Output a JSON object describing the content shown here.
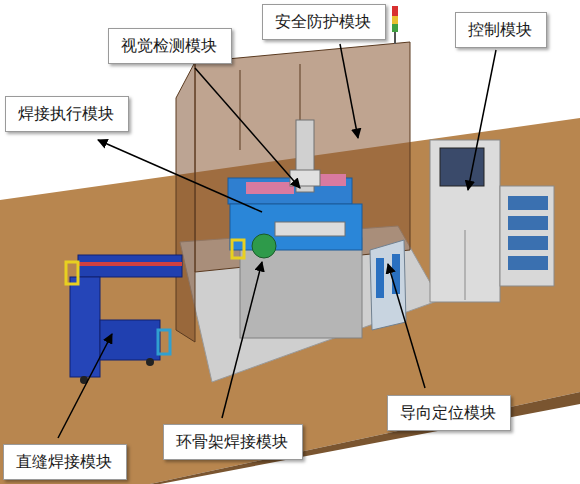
{
  "diagram": {
    "nodes": [
      {
        "text": [
          "安全防护模块"
        ]
      },
      {
        "text": [
          "控制模块"
        ]
      },
      {
        "text": [
          "视觉检测模块"
        ]
      },
      {
        "text": [
          "焊接执行模块"
        ]
      },
      {
        "text": [
          "导向定位模块"
        ]
      },
      {
        "text": [
          "环骨架焊接模块"
        ]
      },
      {
        "text": [
          "直缝焊接模块"
        ]
      }
    ]
  }
}
